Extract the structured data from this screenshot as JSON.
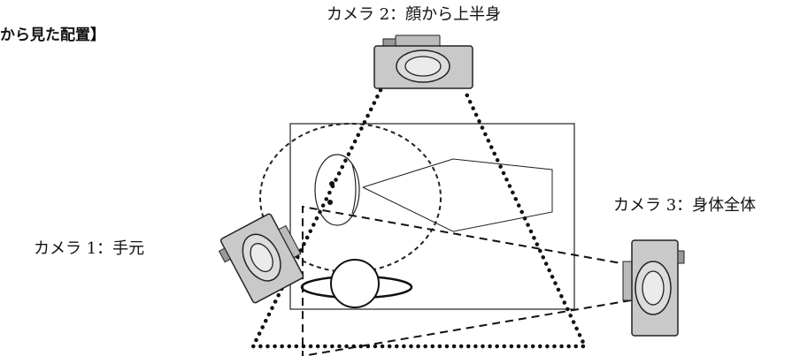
{
  "figure": {
    "title": "から見た配置】",
    "cameras": [
      {
        "id": "camera-1",
        "label": "カメラ 1：手元"
      },
      {
        "id": "camera-2",
        "label": "カメラ 2：顔から上半身"
      },
      {
        "id": "camera-3",
        "label": "カメラ 3：身体全体"
      }
    ],
    "icons": [
      "camera-icon",
      "person-head-icon",
      "desk-icon"
    ]
  }
}
